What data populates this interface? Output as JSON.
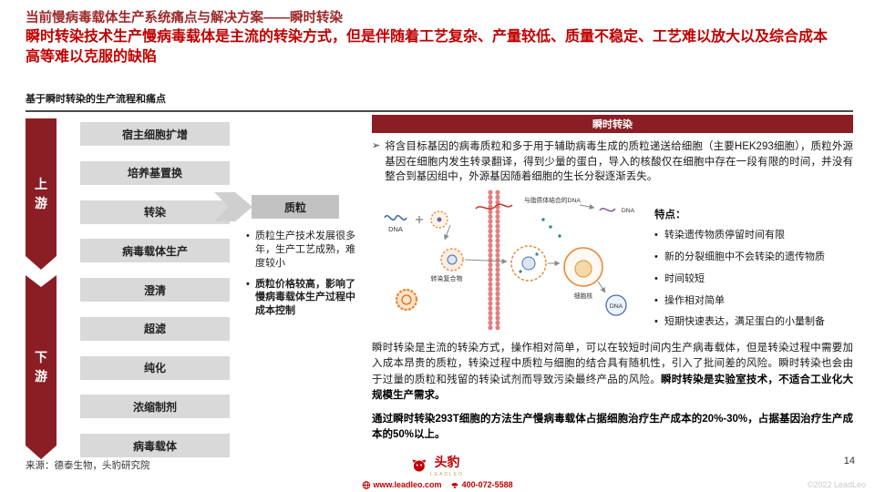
{
  "page": {
    "title": "当前慢病毒载体生产系统痛点与解决方案——瞬时转染",
    "subtitle": "瞬时转染技术生产慢病毒载体是主流的转染方式，但是伴随着工艺复杂、产量较低、质量不稳定、工艺难以放大以及综合成本高等难以克服的缺陷",
    "section_label": "基于瞬时转染的生产流程和痛点",
    "page_number": "14",
    "copyright": "©2022 LeadLeo"
  },
  "flow": {
    "stages": [
      {
        "label": "上游"
      },
      {
        "label": "下游"
      }
    ],
    "steps": [
      "宿主细胞扩增",
      "培养基置换",
      "转染",
      "病毒载体生产",
      "澄清",
      "超滤",
      "纯化",
      "浓缩制剂",
      "病毒载体"
    ],
    "callout": {
      "label": "质粒",
      "bullets": [
        "质粒生产技术发展很多年，生产工艺成熟，难度较小",
        "质粒价格较高，影响了慢病毒载体生产过程中成本控制"
      ]
    }
  },
  "panel": {
    "header": "瞬时转染",
    "bullet_icon": "➢",
    "intro": "将含目标基因的病毒质粒和多于用于辅助病毒生成的质粒递送给细胞（主要HEK293细胞），质粒外源基因在细胞内发生转录翻译，得到少量的蛋白，导入的核酸仅在细胞中存在一段有限的时间，并没有整合到基因组中，外源基因随着细胞的生长分裂逐渐丢失。",
    "features_title": "特点：",
    "features": [
      "转染遗传物质停留时间有限",
      "新的分裂细胞中不会转染的遗传物质",
      "时间较短",
      "操作相对简单",
      "短期快速表达，满足蛋白的小量制备"
    ],
    "para1_normal": "瞬时转染是主流的转染方式，操作相对简单，可以在较短时间内生产病毒载体，但是转染过程中需要加入成本昂贵的质粒，转染过程中质粒与细胞的结合具有随机性，引入了批间差的风险。瞬时转染也会由于过量的质粒和残留的转染试剂而导致污染最终产品的风险。",
    "para1_bold": "瞬时转染是实验室技术，不适合工业化大规模生产需求。",
    "para2": "通过瞬时转染293T细胞的方法生产慢病毒载体占据细胞治疗生产成本的20%-30%，占据基因治疗生产成本的50%以上。"
  },
  "diagram": {
    "labels": [
      "DNA",
      "与脂质体结合的DNA",
      "转染复合物",
      "细胞核",
      "DNA",
      "DNA"
    ]
  },
  "footer": {
    "source": "来源：德泰生物，头豹研究院",
    "logo_text": "头豹",
    "logo_sub": "LEADLEO",
    "website": "www.leadleo.com",
    "phone": "400-072-5588"
  }
}
